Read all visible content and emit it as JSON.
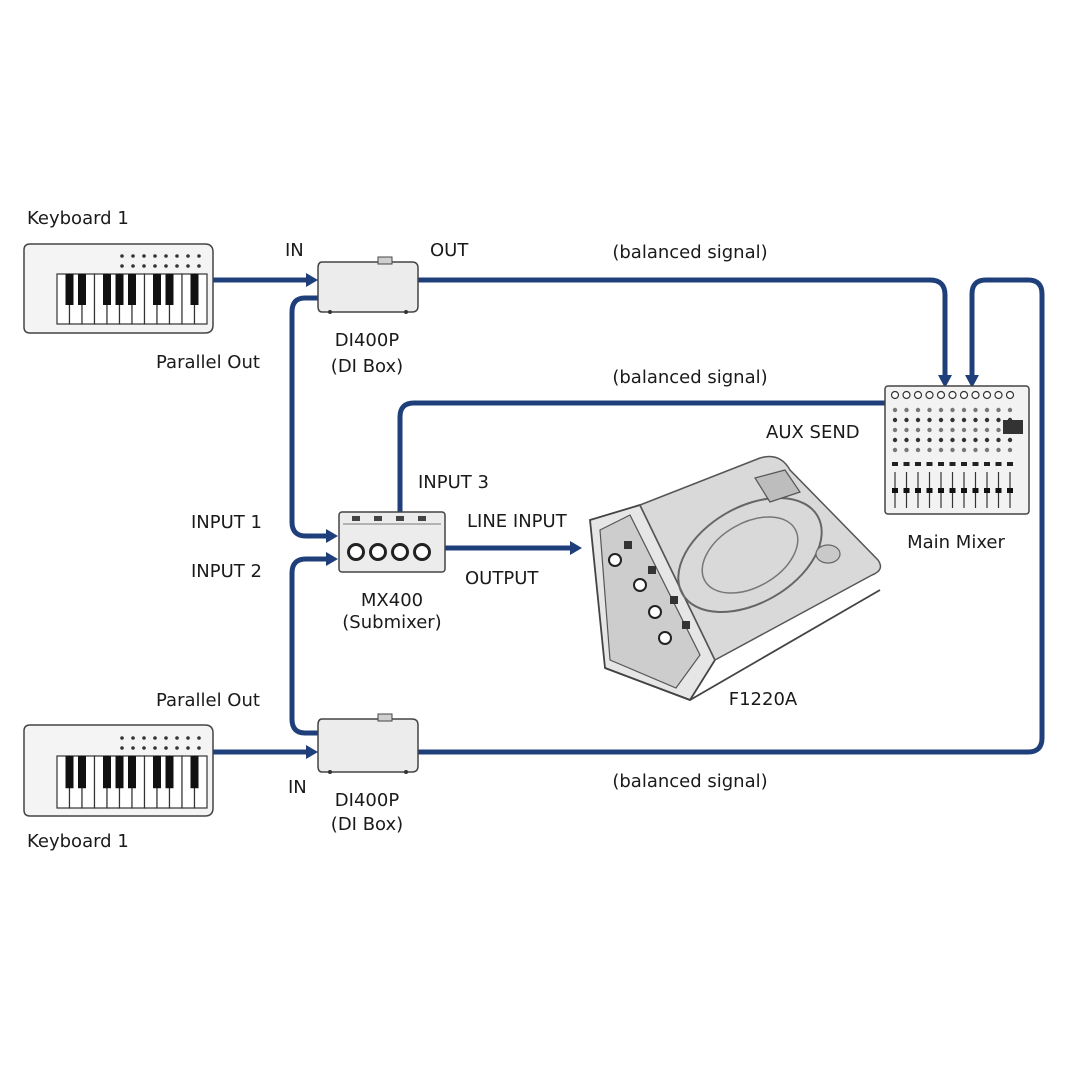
{
  "keyboard_top": {
    "label": "Keyboard 1",
    "out_label": "Parallel Out"
  },
  "keyboard_bottom": {
    "label": "Keyboard 1",
    "out_label": "Parallel Out"
  },
  "di_top": {
    "name": "DI400P",
    "desc": "(DI Box)",
    "in_label": "IN",
    "out_label": "OUT"
  },
  "di_bottom": {
    "name": "DI400P",
    "desc": "(DI Box)",
    "in_label": "IN"
  },
  "submixer": {
    "name": "MX400",
    "desc": "(Submixer)",
    "input1": "INPUT 1",
    "input2": "INPUT 2",
    "input3": "INPUT 3",
    "output": "OUTPUT"
  },
  "monitor": {
    "name": "F1220A",
    "input_label": "LINE INPUT"
  },
  "main_mixer": {
    "name": "Main Mixer",
    "aux_label": "AUX SEND"
  },
  "signals": {
    "top": "(balanced signal)",
    "middle": "(balanced signal)",
    "bottom": "(balanced signal)"
  },
  "colors": {
    "cable": "#1f3f7a",
    "device": "#ececec"
  }
}
